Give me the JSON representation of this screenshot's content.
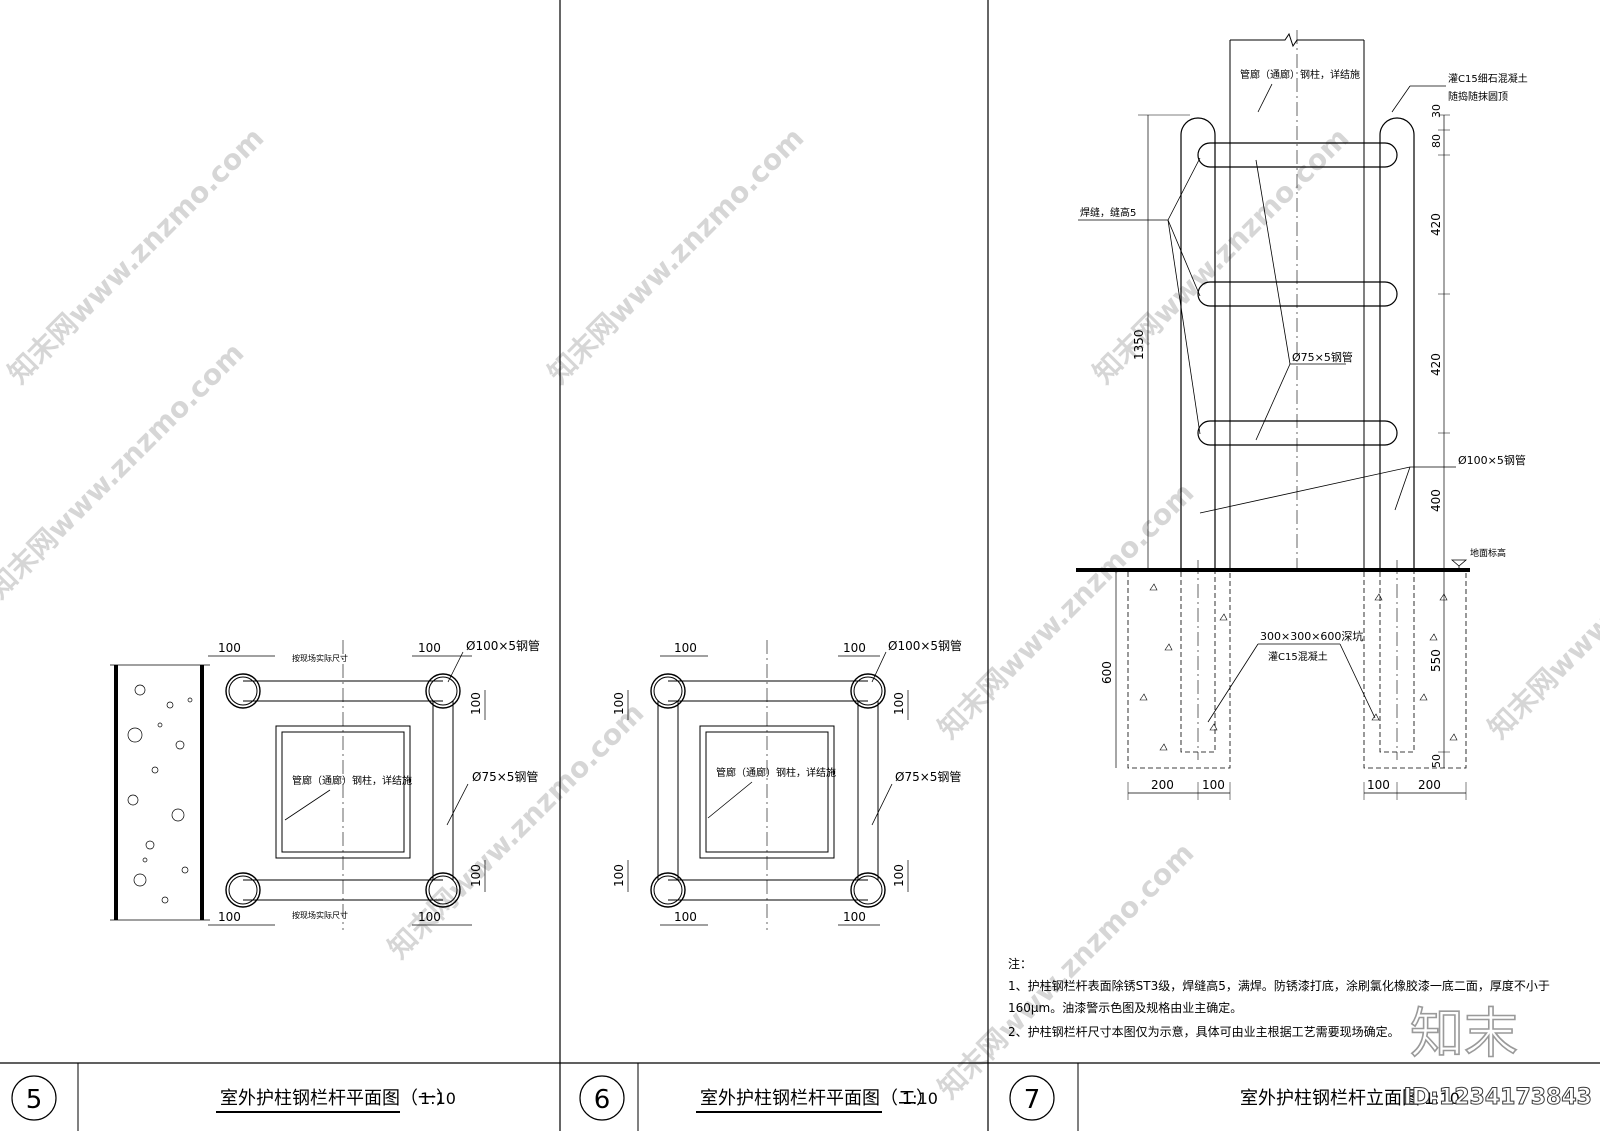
{
  "panel5": {
    "number": "5",
    "title": "室外护柱钢栏杆平面图（一）",
    "scale": "1:10",
    "dim_100": "100",
    "pipe_large": "Ø100×5钢管",
    "pipe_small": "Ø75×5钢管",
    "column_label": "管廊（通廊）钢柱，详结施",
    "actual_size_note": "按现场实际尺寸"
  },
  "panel6": {
    "number": "6",
    "title": "室外护柱钢栏杆平面图（二）",
    "scale": "1:10",
    "dim_100": "100",
    "pipe_large": "Ø100×5钢管",
    "pipe_small": "Ø75×5钢管",
    "column_label": "管廊（通廊）钢柱，详结施"
  },
  "panel7": {
    "number": "7",
    "title": "室外护柱钢栏杆立面图",
    "scale": "1:10",
    "column_label": "管廊（通廊）钢柱，详结施",
    "cap_note_1": "灌C15细石混凝土",
    "cap_note_2": "随捣随抹圆顶",
    "weld_note": "焊缝，缝高5",
    "pipe_small": "Ø75×5钢管",
    "pipe_large": "Ø100×5钢管",
    "ground_label": "地面标高",
    "pit_note_1": "300×300×600深坑",
    "pit_note_2": "灌C15混凝土",
    "dim_total_height": "1350",
    "dim_right": [
      "30",
      "80",
      "420",
      "420",
      "400"
    ],
    "dim_pit_left": "600",
    "dim_pit_right_550": "550",
    "dim_pit_right_50": "50",
    "dim_bottom_left": [
      "200",
      "100"
    ],
    "dim_bottom_right": [
      "100",
      "200"
    ]
  },
  "notes": {
    "heading": "注：",
    "line1": "1、护柱钢栏杆表面除锈ST3级，焊缝高5，满焊。防锈漆打底，涂刷氯化橡胶漆一底二面，厚度不小于",
    "line2": "160μm。油漆警示色图及规格由业主确定。",
    "line3": "2、护柱钢栏杆尺寸本图仅为示意，具体可由业主根据工艺需要现场确定。"
  },
  "watermark": {
    "site": "知末网www.znzmo.com",
    "logo": "知末",
    "id": "ID:1234173843"
  }
}
